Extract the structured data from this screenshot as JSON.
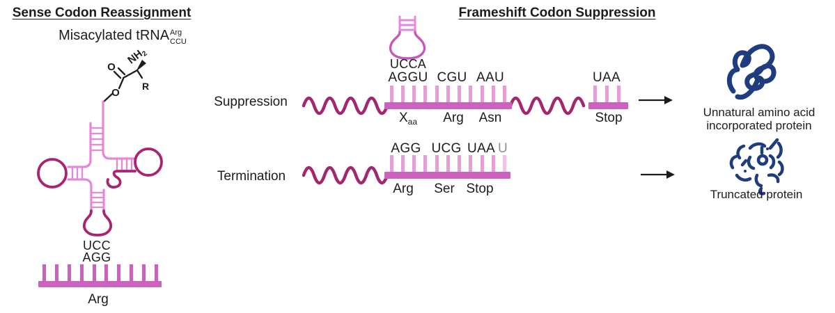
{
  "colors": {
    "pink_light": "#e79bda",
    "pink_medium": "#cb62bd",
    "pink_stem": "#e687da",
    "pink_bulb": "#c558bb",
    "pink_pale": "#f2c3e7",
    "magenta_dark": "#a1276e",
    "loop_dark": "#ab2273",
    "navy": "#1e3c7e",
    "black": "#1c1c1c"
  },
  "left_panel": {
    "title": "Sense Codon Reassignment",
    "trna_label": {
      "base": "Misacylated tRNA",
      "sup": "Arg",
      "sub": "CCU"
    },
    "chemistry": {
      "carbonyl_oxygen": "O",
      "ester_oxygen": "O",
      "amine_base": "NH",
      "amine_sub": "2",
      "r_group": "R"
    },
    "anticodon": "UCC",
    "codon": "AGG",
    "amino_acid": "Arg"
  },
  "right_panel": {
    "title": "Frameshift Codon Suppression",
    "suppression_row": {
      "label": "Suppression",
      "anticodon": "UCCA",
      "codon_1": "AGGU",
      "codon_2": "CGU",
      "codon_3": "AAU",
      "aa_1_base": "X",
      "aa_1_sub": "aa",
      "aa_2": "Arg",
      "aa_3": "Asn",
      "stop_codon": "UAA",
      "stop_label": "Stop",
      "product_line_1": "Unnatural amino acid",
      "product_line_2": "incorporated protein"
    },
    "termination_row": {
      "label": "Termination",
      "codon_1": "AGG",
      "codon_2": "UCG",
      "codon_3": "UAA",
      "codon_extra": "U",
      "aa_1": "Arg",
      "aa_2": "Ser",
      "aa_3": "Stop",
      "product": "Truncated protein"
    }
  }
}
